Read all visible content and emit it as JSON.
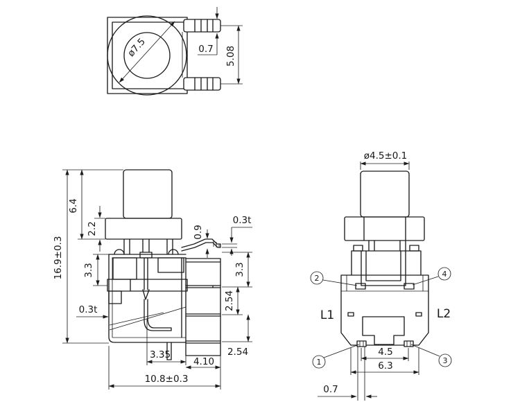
{
  "page": {
    "background": "#ffffff",
    "line_color": "#1c1c1c",
    "kind": "tact-switch-dimensional-drawing"
  },
  "views": {
    "top": {
      "name": "top-view",
      "dims": {
        "knob_diameter": "ø7.5",
        "pin_width": "0.7",
        "pin_pitch": "5.08"
      }
    },
    "front": {
      "name": "front-section-view",
      "dims": {
        "overall_height": "16.9±0.3",
        "stem_height": "6.4",
        "cap_height": "2.2",
        "upper_body_height": "3.3",
        "wall_thickness": "0.3t",
        "lead_bend_height": "0.9",
        "lead_thickness": "0.3t",
        "lead_row_gap_top": "3.3",
        "lead_row_pitch_mid": "2.54",
        "lead_row_pitch_bottom": "2.54",
        "base_inner_width": "3.35",
        "base_lip_width": "4.10",
        "overall_width": "10.8±0.3"
      }
    },
    "side": {
      "name": "bottom-side-view",
      "dims": {
        "plunger_diameter": "ø4.5±0.1",
        "pin_span_inner": "4.5",
        "pin_span_outer": "6.3",
        "pin_width": "0.7"
      },
      "labels": {
        "left_lamp": "L1",
        "right_lamp": "L2"
      },
      "callouts": [
        "1",
        "2",
        "3",
        "4"
      ]
    }
  }
}
